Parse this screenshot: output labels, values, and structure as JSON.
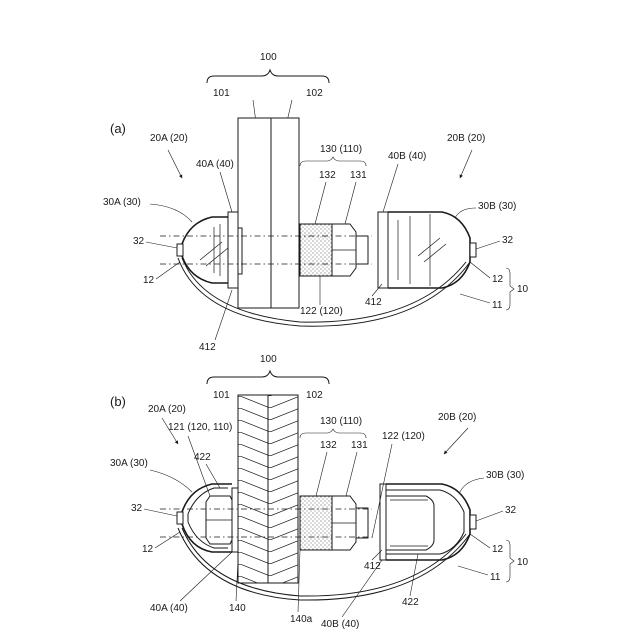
{
  "panel_a": {
    "panel_label": "(a)",
    "labels": {
      "l100": "100",
      "l101": "101",
      "l102": "102",
      "l20A": "20A (20)",
      "l20B": "20B (20)",
      "l40A": "40A (40)",
      "l40B": "40B (40)",
      "l130": "130 (110)",
      "l132": "132",
      "l131": "131",
      "l30A": "30A (30)",
      "l30B": "30B (30)",
      "l32L": "32",
      "l32R": "32",
      "l12L": "12",
      "l12R": "12",
      "l10": "10",
      "l11": "11",
      "l122": "122 (120)",
      "l412": "412",
      "l412b": "412"
    }
  },
  "panel_b": {
    "panel_label": "(b)",
    "labels": {
      "l100": "100",
      "l101": "101",
      "l102": "102",
      "l20A": "20A (20)",
      "l20B": "20B (20)",
      "l121": "121 (120, 110)",
      "l130": "130 (110)",
      "l122": "122 (120)",
      "l132": "132",
      "l131": "131",
      "l422": "422",
      "l30A": "30A (30)",
      "l30B": "30B (30)",
      "l32L": "32",
      "l32R": "32",
      "l12L": "12",
      "l12R": "12",
      "l10": "10",
      "l11": "11",
      "l412": "412",
      "l422b": "422",
      "l40A": "40A (40)",
      "l140": "140",
      "l140a": "140a",
      "l40B": "40B (40)"
    }
  }
}
